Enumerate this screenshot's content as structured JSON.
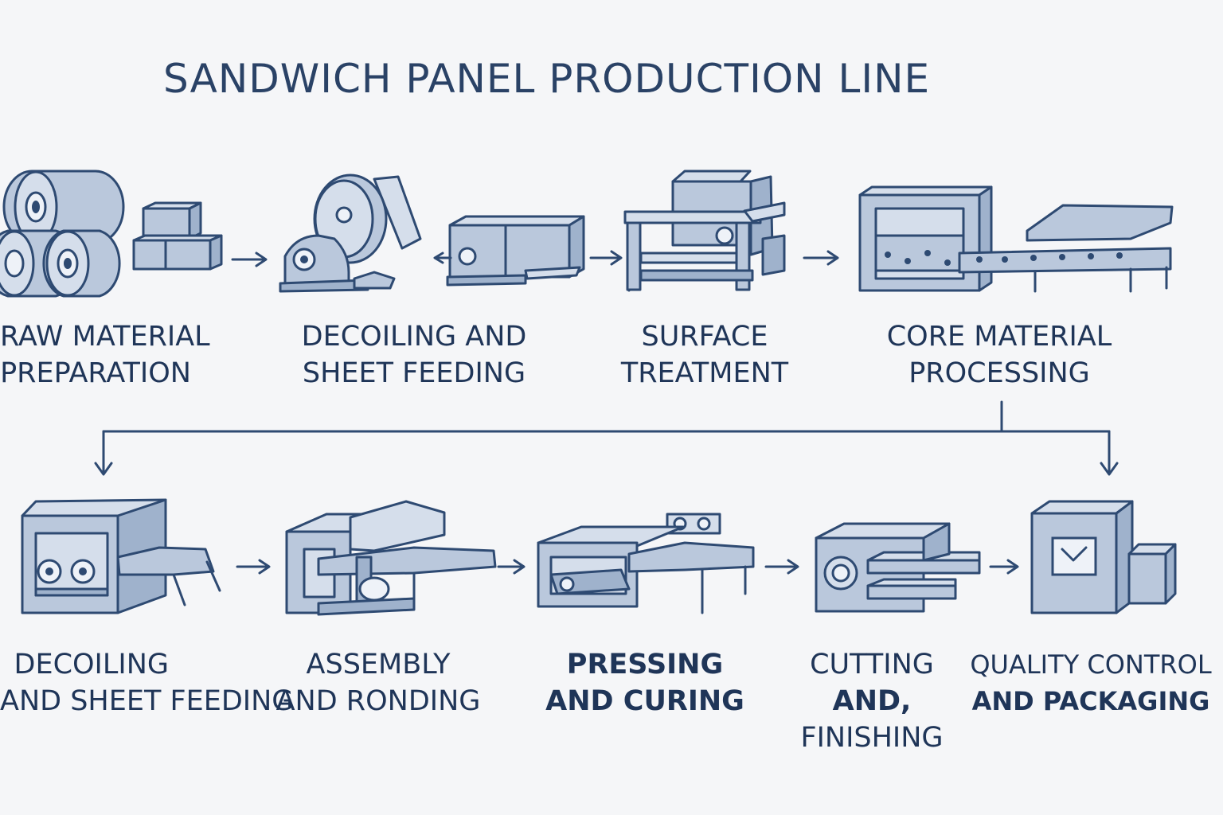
{
  "title": "SANDWICH PANEL PRODUCTION LINE",
  "colors": {
    "background": "#f5f6f8",
    "ink": "#1f3558",
    "machine_fill": "#bac8dc",
    "machine_stroke": "#2e4a72"
  },
  "row1": [
    {
      "id": "raw-material",
      "icon": "coils-and-boxes-icon",
      "lines": [
        "RAW MATERIAL",
        "PREPARATION"
      ]
    },
    {
      "id": "decoiling-1",
      "icon": "decoiler-machine-icon",
      "lines": [
        "DECOILING AND",
        "SHEET FEEDING"
      ]
    },
    {
      "id": "surface-treatment",
      "icon": "treatment-press-icon",
      "lines": [
        "SURFACE",
        "TREATMENT"
      ]
    },
    {
      "id": "core-material",
      "icon": "core-processing-icon",
      "lines": [
        "CORE MATERIAL",
        "PROCESSING"
      ]
    }
  ],
  "row2": [
    {
      "id": "decoiling-2",
      "icon": "sheet-feeder-icon",
      "lines": [
        "DECOILING",
        "AND SHEET FEEDING"
      ]
    },
    {
      "id": "assembly",
      "icon": "assembly-machine-icon",
      "lines": [
        "ASSEMBLY",
        "AND RONDING"
      ]
    },
    {
      "id": "pressing",
      "icon": "curing-press-icon",
      "lines": [
        "PRESSING",
        "AND CURING"
      ]
    },
    {
      "id": "cutting",
      "icon": "cutting-machine-icon",
      "lines": [
        "CUTTING",
        "AND,",
        "FINISHING"
      ]
    },
    {
      "id": "quality",
      "icon": "packaging-box-icon",
      "lines": [
        "QUALITY CONTROL",
        "AND PACKAGING"
      ]
    }
  ]
}
